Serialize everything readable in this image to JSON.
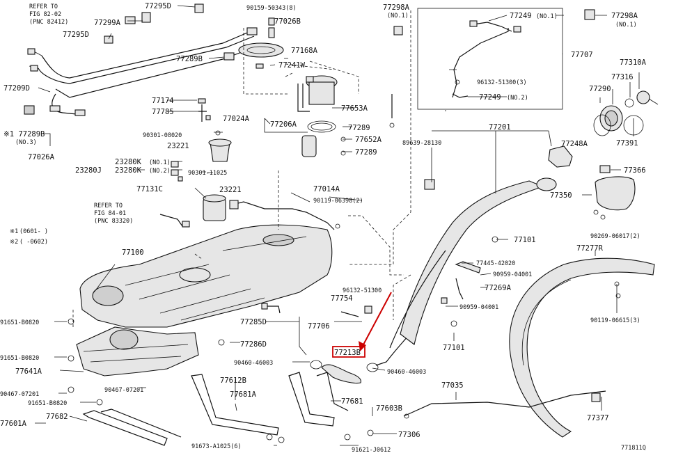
{
  "diagram": {
    "catalog_id": "771811Q",
    "highlight_color": "#cc0000",
    "highlighted_label": "77213B",
    "notes": [
      {
        "mark": "※1",
        "text": "(0601-      )"
      },
      {
        "mark": "※2",
        "text": "(      -0602)"
      }
    ],
    "refer": [
      {
        "line1": "REFER TO",
        "line2": "FIG 82-02",
        "line3": "(PNC 82412)"
      },
      {
        "line1": "REFER TO",
        "line2": "FIG 84-01",
        "line3": "(PNC 83320)"
      }
    ],
    "labels": {
      "l77295D_top": "77295D",
      "l90159": "90159-50343(8)",
      "l77299A": "77299A",
      "l77026B": "77026B",
      "l77295D": "77295D",
      "l77168A": "77168A",
      "l77289B": "77289B",
      "l77241W": "77241W",
      "l77209D": "77209D",
      "l77174": "77174",
      "l77785": "77785",
      "l77024A": "77024A",
      "l77206A": "77206A",
      "l77653A": "77653A",
      "l77289": "77289",
      "l77652A": "77652A",
      "l77289b": "77289",
      "l77289B_n3": "※1 77289B",
      "l_no3": "(NO.3)",
      "l90301_08020": "90301-08020",
      "l23221": "23221",
      "l77026A": "77026A",
      "l23280K1": "23280K",
      "l23280K2": "23280K",
      "l23280J": "23280J",
      "l_no1_a": "(NO.1)",
      "l_no2_a": "(NO.2)",
      "l90301_11025": "90301-11025",
      "l23221b": "23221",
      "l77131C": "77131C",
      "l77014A": "77014A",
      "l90119_06398": "90119-06398(2)",
      "l77100": "77100",
      "l77754": "77754",
      "l96132_51300b": "96132-51300",
      "l77285D": "77285D",
      "l77706": "77706",
      "l77286D": "77286D",
      "l91651_b0820a": "91651-B0820",
      "l91651_b0820b": "91651-B0820",
      "l77641A": "77641A",
      "l90467": "90467-07201",
      "l90467b": "90467-07201",
      "l91651_b0820c": "91651-B0820",
      "l77601A": "77601A",
      "l77682": "77682",
      "l90460a": "90460-46003",
      "l77213B": "77213B",
      "l90460b": "90460-46003",
      "l77612B": "77612B",
      "l77681A": "77681A",
      "l77681": "77681",
      "l77603B": "77603B",
      "l77306": "77306",
      "l91673": "91673-A1025(6)",
      "l91621": "91621-J0612",
      "l77035": "77035",
      "l77298A_no1": "77298A",
      "l_no1_b": "(NO.1)",
      "l77249_no1": "77249",
      "l_no1_c": "(NO.1)",
      "l77298A_r": "77298A",
      "l_no1_d": "(NO.1)",
      "l77707": "77707",
      "l96132_51300": "96132-51300(3)",
      "l77249_no2": "77249",
      "l_no2_b": "(NO.2)",
      "l77310A": "77310A",
      "l77316": "77316",
      "l77290": "77290",
      "l77391": "77391",
      "l77201": "77201",
      "l89639": "89639-28130",
      "l77248A": "77248A",
      "l77366": "77366",
      "l77350": "77350",
      "l90269": "90269-06017(2)",
      "l77101a": "77101",
      "l77445": "77445-42020",
      "l90959a": "90959-04001",
      "l77269A": "77269A",
      "l90959b": "90959-04001",
      "l77101b": "77101",
      "l77277R": "77277R",
      "l90119_06615": "90119-06615(3)",
      "l77377": "77377"
    }
  }
}
